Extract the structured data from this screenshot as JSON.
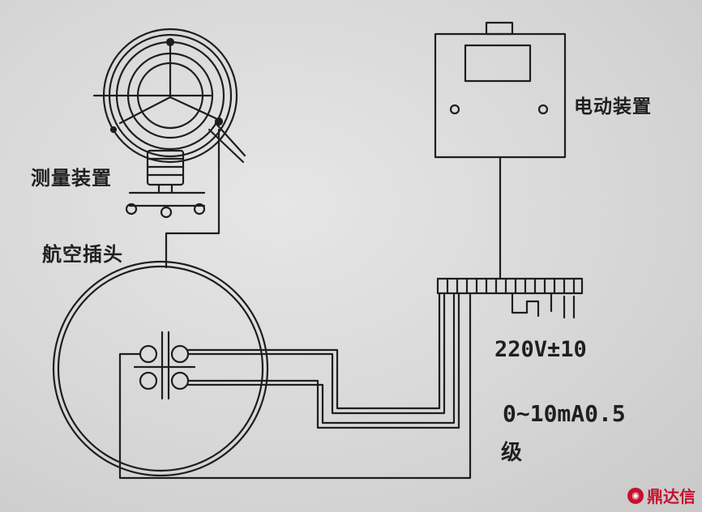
{
  "labels": {
    "measuring_device": "测量装置",
    "aviation_plug": "航空插头",
    "electric_device": "电动装置",
    "supply_voltage": "220V±10",
    "signal_range": "0~10mA0.5",
    "accuracy_grade": "级"
  },
  "watermark": {
    "text": "鼎达信",
    "color": "#c8102e"
  },
  "colors": {
    "line": "#1e1e1e",
    "paper": "#dcdcdc"
  }
}
